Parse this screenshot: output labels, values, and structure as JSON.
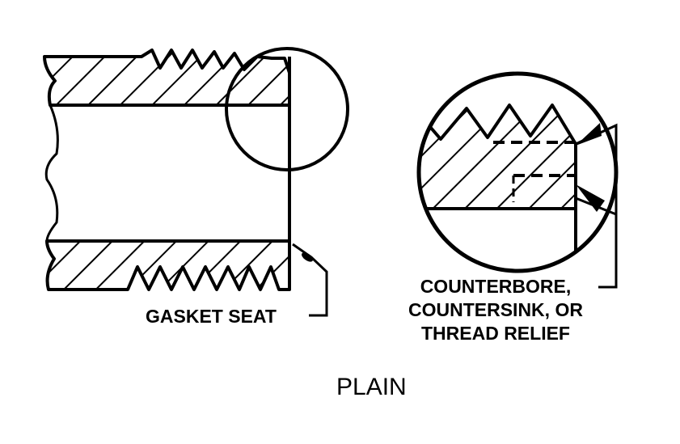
{
  "labels": {
    "gasket_seat": "GASKET SEAT",
    "detail_lines": [
      "COUNTERBORE,",
      "COUNTERSINK, OR",
      "THREAD RELIEF"
    ],
    "title": "PLAIN"
  },
  "colors": {
    "ink": "#000000",
    "background": "#ffffff"
  }
}
